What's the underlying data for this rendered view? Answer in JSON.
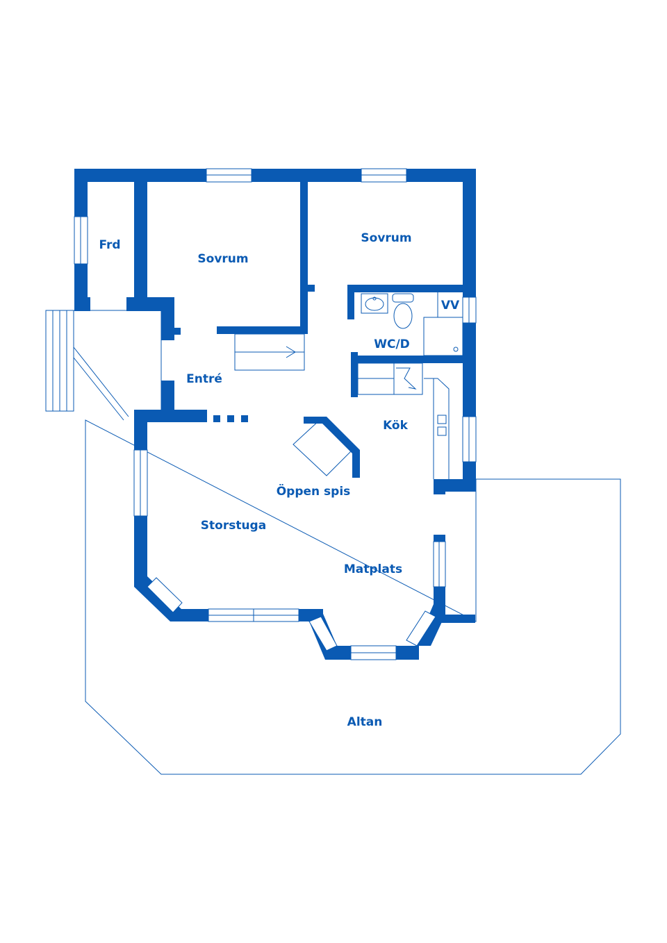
{
  "colors": {
    "wall": "#0a5ab3",
    "background": "#ffffff"
  },
  "rooms": {
    "frd": "Frd",
    "sovrum_left": "Sovrum",
    "sovrum_right": "Sovrum",
    "vv": "VV",
    "wcd": "WC/D",
    "entre": "Entré",
    "kok": "Kök",
    "oppen_spis": "Öppen spis",
    "storstuga": "Storstuga",
    "matplats": "Matplats",
    "altan": "Altan"
  }
}
